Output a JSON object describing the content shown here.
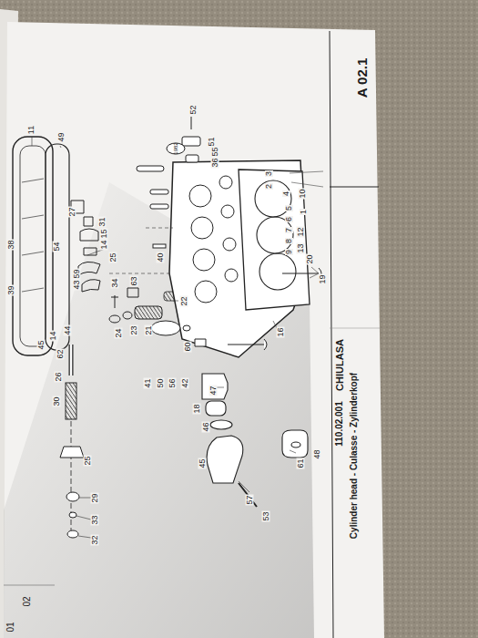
{
  "diagram": {
    "labels": [
      "A 02.1",
      "CHIULASA",
      "110.02.001",
      "Cylinder head - Culasse - Zylinderkopf",
      "1982",
      "01",
      "02",
      "11",
      "49",
      "38",
      "39",
      "27",
      "31",
      "15",
      "14",
      "25",
      "54",
      "59",
      "43",
      "34",
      "63",
      "44",
      "14",
      "45",
      "62",
      "24",
      "23",
      "21",
      "22",
      "26",
      "30",
      "25",
      "29",
      "33",
      "32",
      "41",
      "50",
      "56",
      "42",
      "60",
      "40",
      "47",
      "18",
      "46",
      "45",
      "57",
      "53",
      "61",
      "48",
      "16",
      "20",
      "19",
      "52",
      "51",
      "55",
      "36",
      "3",
      "2",
      "4",
      "5",
      "6",
      "7",
      "8",
      "9",
      "10",
      "1",
      "12",
      "13"
    ]
  }
}
